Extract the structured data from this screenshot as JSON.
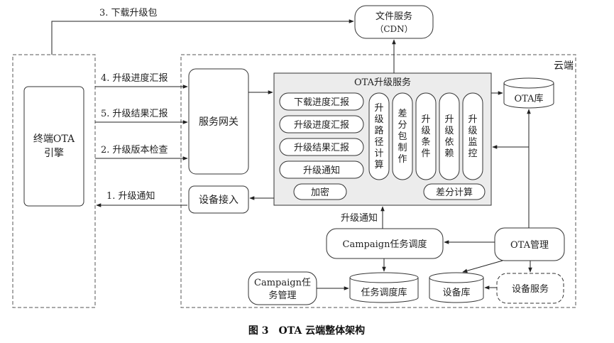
{
  "cloud_label": "云端",
  "terminal": {
    "line1": "终端OTA",
    "line2": "引擎"
  },
  "file_service": {
    "line1": "文件服务",
    "line2": "（CDN）"
  },
  "gateway": "服务网关",
  "device_access": "设备接入",
  "ota_service": {
    "title": "OTA升级服务",
    "pills": [
      "下载进度汇报",
      "升级进度汇报",
      "升级结果汇报",
      "升级通知"
    ],
    "encrypt": "加密",
    "columns": [
      "升级路径计算",
      "差分包制作",
      "升级条件",
      "升级依赖",
      "升级监控"
    ],
    "diff_calc": "差分计算"
  },
  "ota_db": "OTA库",
  "campaign_schedule": "Campaign任务调度",
  "ota_manage": "OTA管理",
  "campaign_task_manage": {
    "line1": "Campaign任",
    "line2": "务管理"
  },
  "task_schedule_db": "任务调度库",
  "device_db": "设备库",
  "device_service": "设备服务",
  "arrows": {
    "download": "3. 下载升级包",
    "progress": "4. 升级进度汇报",
    "result": "5. 升级结果汇报",
    "version_check": "2. 升级版本检查",
    "notify_down": "1. 升级通知",
    "notify_up": "升级通知"
  },
  "caption": "图 3　OTA 云端整体架构"
}
